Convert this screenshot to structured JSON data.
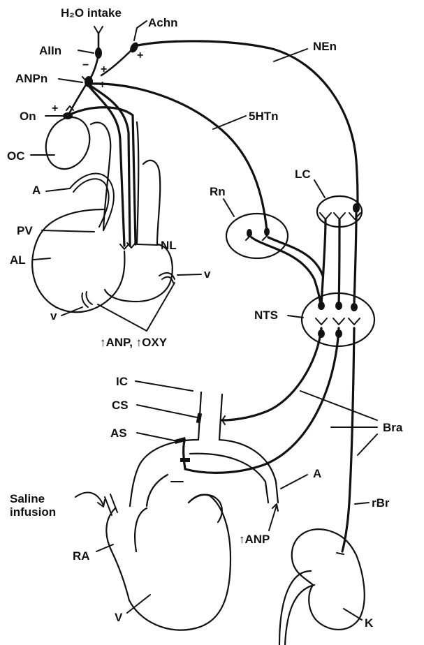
{
  "labels": {
    "h2o_intake": "H₂O intake",
    "achn": "Achn",
    "aiin": "AIIn",
    "anpn": "ANPn",
    "on": "On",
    "nen": "NEn",
    "htn5": "5HTn",
    "oc": "OC",
    "a_top": "A",
    "pv": "PV",
    "al": "AL",
    "nl": "NL",
    "v_right": "v",
    "v_left": "v",
    "anp_oxy": "↑ANP, ↑OXY",
    "rn": "Rn",
    "lc": "LC",
    "nts": "NTS",
    "ic": "IC",
    "cs": "CS",
    "as": "AS",
    "bra": "Bra",
    "a_bottom": "A",
    "saline_line1": "Saline",
    "saline_line2": "infusion",
    "ra": "RA",
    "anp_up": "↑ANP",
    "rbr": "rBr",
    "v_heart": "V",
    "k": "K"
  },
  "signs": {
    "achn_plus": "+",
    "aiin_minus": "−",
    "aiin_plus": "+",
    "anpn_plus": "+",
    "on_plus": "+"
  }
}
